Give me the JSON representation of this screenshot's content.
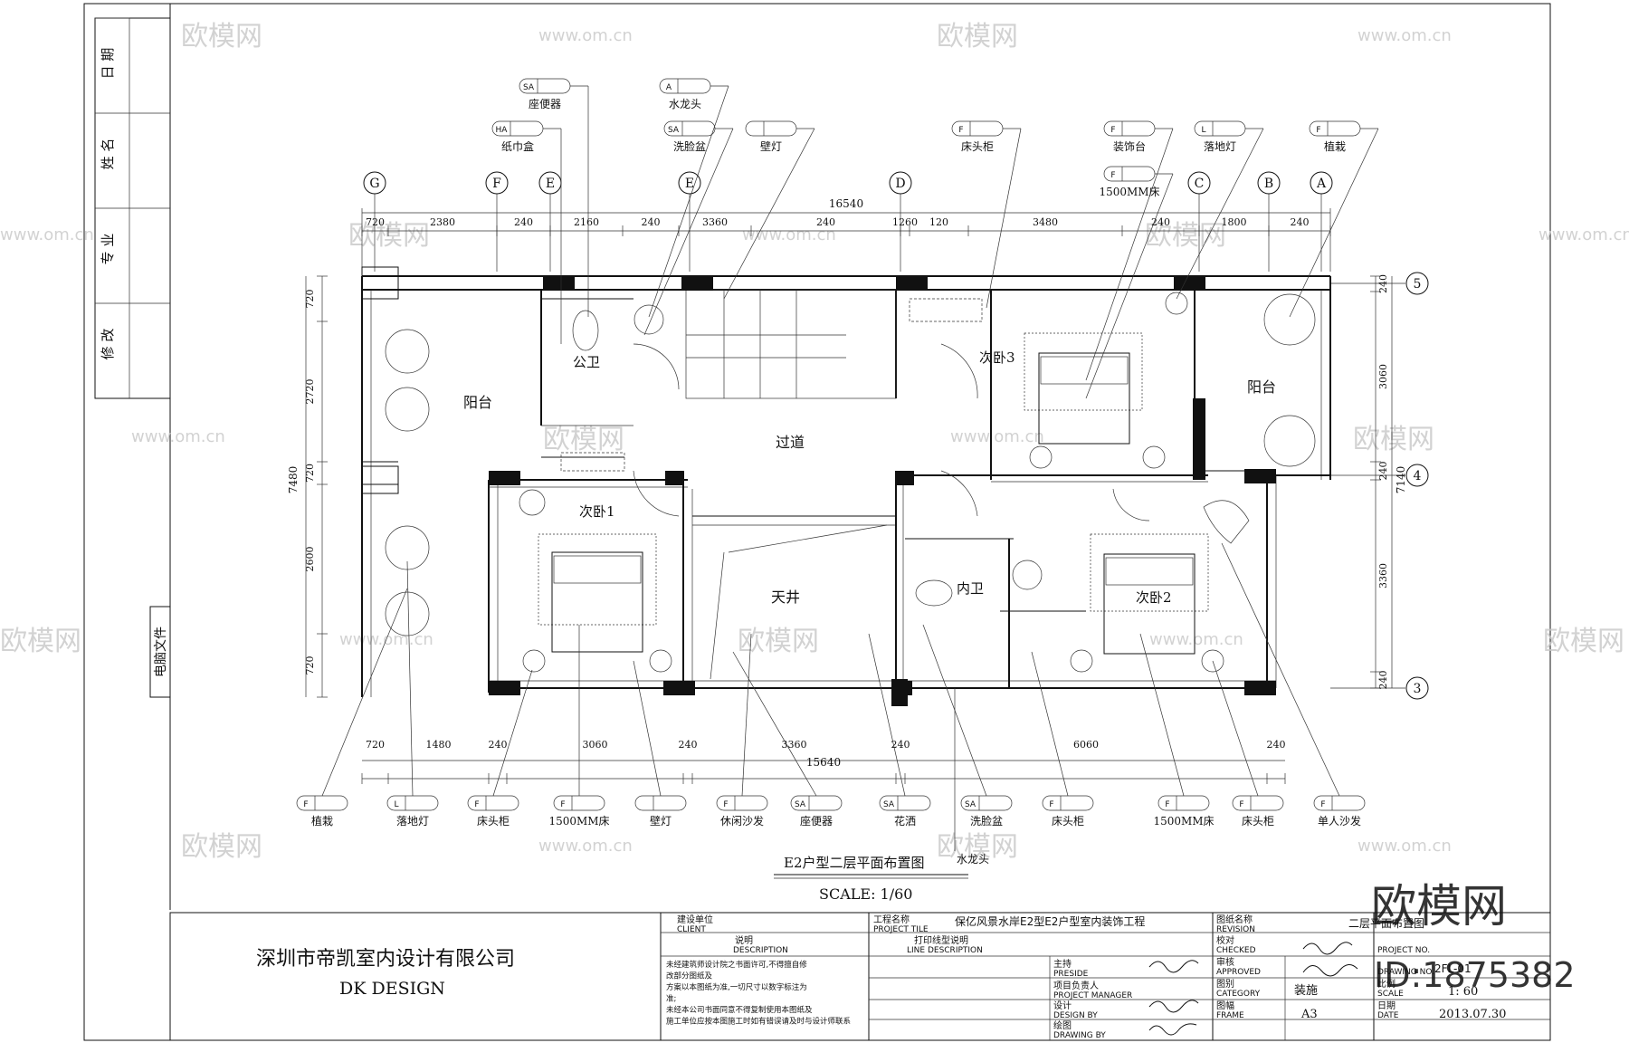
{
  "left_strip": {
    "labels": [
      "修 改",
      "专 业",
      "姓 名",
      "日 期"
    ],
    "file_label": "电脑文件"
  },
  "watermarks": {
    "site": "www.om.cn",
    "brand": "欧模网",
    "big_brand": "欧模网",
    "id": "ID:1875382"
  },
  "grid_axes_top": [
    {
      "label": "G"
    },
    {
      "label": "F"
    },
    {
      "label": "E"
    },
    {
      "label": "E"
    },
    {
      "label": "D"
    },
    {
      "label": "C"
    },
    {
      "label": "B"
    },
    {
      "label": "A"
    }
  ],
  "grid_axes_right": [
    {
      "label": "5"
    },
    {
      "label": "4"
    },
    {
      "label": "3"
    }
  ],
  "top_dims": {
    "overall": "16540",
    "segments": [
      "720",
      "2380",
      "240",
      "2160",
      "240",
      "3360",
      "240",
      "1260",
      "120",
      "3480",
      "240",
      "1800",
      "240"
    ]
  },
  "bottom_dims": {
    "overall": "15640",
    "segments": [
      "720",
      "1480",
      "240",
      "3060",
      "240",
      "3360",
      "240",
      "6060",
      "240"
    ]
  },
  "left_dims": {
    "overall": "7480",
    "segments": [
      "720",
      "2720",
      "720",
      "2600",
      "720"
    ]
  },
  "right_dims": {
    "overall": "7140",
    "segments": [
      "240",
      "3060",
      "240",
      "3360",
      "240"
    ]
  },
  "top_tags": [
    {
      "code": "SA",
      "label": "座便器"
    },
    {
      "code": "A",
      "label": "水龙头"
    },
    {
      "code": "HA",
      "label": "纸巾盒"
    },
    {
      "code": "SA",
      "label": "洗脸盆"
    },
    {
      "code": "",
      "label": "壁灯"
    },
    {
      "code": "F",
      "label": "床头柜"
    },
    {
      "code": "F",
      "label": "装饰台"
    },
    {
      "code": "F",
      "label": "1500MM床"
    },
    {
      "code": "L",
      "label": "落地灯"
    },
    {
      "code": "F",
      "label": "植栽"
    }
  ],
  "bottom_tags": [
    {
      "code": "F",
      "label": "植栽"
    },
    {
      "code": "L",
      "label": "落地灯"
    },
    {
      "code": "F",
      "label": "床头柜"
    },
    {
      "code": "F",
      "label": "1500MM床"
    },
    {
      "code": "",
      "label": "壁灯"
    },
    {
      "code": "F",
      "label": "休闲沙发"
    },
    {
      "code": "SA",
      "label": "座便器"
    },
    {
      "code": "SA",
      "label": "花洒"
    },
    {
      "code": "SA",
      "label": "洗脸盆"
    },
    {
      "code": "F",
      "label": "床头柜"
    },
    {
      "code": "F",
      "label": "1500MM床"
    },
    {
      "code": "F",
      "label": "床头柜"
    },
    {
      "code": "F",
      "label": "单人沙发"
    }
  ],
  "extra_tag": {
    "label": "水龙头"
  },
  "rooms": {
    "balcony_left": "阳台",
    "public_bath": "公卫",
    "corridor": "过道",
    "bedroom3": "次卧3",
    "balcony_right": "阳台",
    "bedroom1": "次卧1",
    "courtyard": "天井",
    "inner_bath": "内卫",
    "bedroom2": "次卧2"
  },
  "drawing_title": "E2户型二层平面布置图",
  "scale_text": "SCALE: 1/60",
  "title_block": {
    "company_cn": "深圳市帝凯室内设计有限公司",
    "company_en": "DK    DESIGN",
    "client_cn": "建设单位",
    "client_en": "CLIENT",
    "description_cn": "说明",
    "description_en": "DESCRIPTION",
    "notes": [
      "未经建筑师设计院之书面许可,不得擅自修",
      "改部分图纸及",
      "方案以本图纸为准,一切尺寸以数字标注为",
      "准;",
      "未经本公司书面同意不得复制使用本图纸及",
      "施工单位应按本图施工时如有错误请及时与设计师联系"
    ],
    "project_title_cn": "工程名称",
    "project_title_en": "PROJECT TILE",
    "project_name": "保亿风景水岸E2型E2户型室内装饰工程",
    "line_desc_cn": "打印线型说明",
    "line_desc_en": "LINE DESCRIPTION",
    "preside_cn": "主持",
    "preside_en": "PRESIDE",
    "pm_cn": "项目负责人",
    "pm_en": "PROJECT MANAGER",
    "design_cn": "设计",
    "design_en": "DESIGN BY",
    "drawing_cn": "绘图",
    "drawing_en": "DRAWING BY",
    "drawing_name_cn": "图纸名称",
    "revision_en": "REVISION",
    "drawing_name": "二层平面布置图",
    "checked_cn": "校对",
    "checked_en": "CHECKED",
    "project_no_en": "PROJECT NO.",
    "approved_cn": "审核",
    "approved_en": "APPROVED",
    "drawing_no_en": "DRAWING NO.",
    "drawing_no": "2FL-01",
    "category_cn": "图别",
    "category_en": "CATEGORY",
    "category": "装施",
    "scale_cn": "比例",
    "scale_en": "SCALE",
    "scale": "1: 60",
    "frame_cn": "图幅",
    "frame_en": "FRAME",
    "frame": "A3",
    "date_cn": "日期",
    "date_en": "DATE",
    "date": "2013.07.30"
  }
}
